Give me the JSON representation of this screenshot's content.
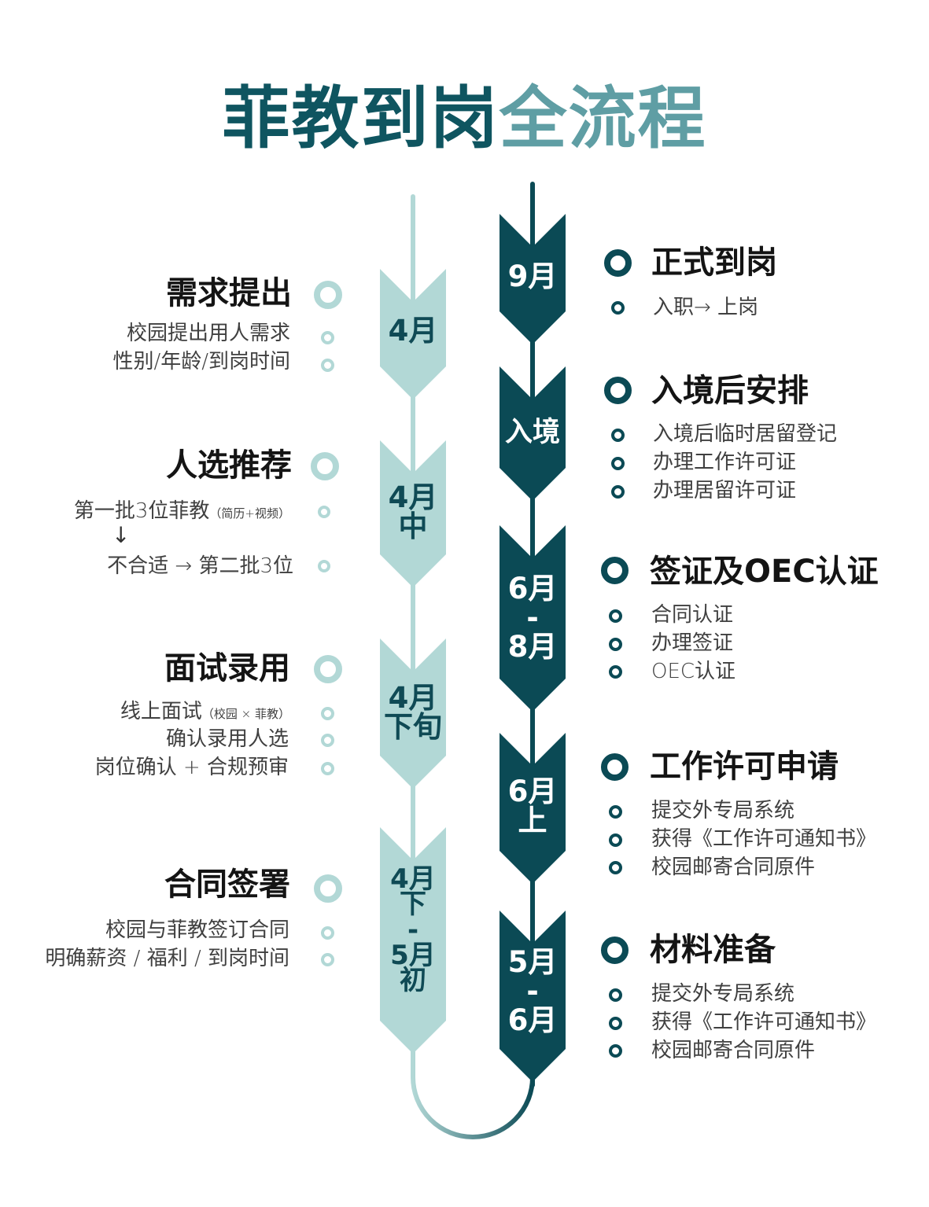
{
  "title": {
    "part1": "菲教到岗",
    "part2": "全流程"
  },
  "colors": {
    "dark": "#0b4a55",
    "light": "#b2d8d6",
    "title_dark": "#0f5560",
    "title_light": "#5f9ea4"
  },
  "left_steps": [
    {
      "badge": [
        "4月"
      ],
      "heading": "需求提出",
      "items": [
        {
          "text": "校园提出用人需求"
        },
        {
          "text": "性别/年龄/到岗时间"
        }
      ]
    },
    {
      "badge": [
        "4月",
        "中"
      ],
      "heading": "人选推荐",
      "items": [
        {
          "text": "第一批3位菲教",
          "note": "（简历+视频）"
        },
        {
          "text": "不合适 → 第二批3位"
        }
      ],
      "arrow": "↓"
    },
    {
      "badge": [
        "4月",
        "下旬"
      ],
      "heading": "面试录用",
      "items": [
        {
          "text": "线上面试",
          "note": "（校园 × 菲教）"
        },
        {
          "text": "确认录用人选"
        },
        {
          "text": "岗位确认 + 合规预审"
        }
      ]
    },
    {
      "badge": [
        "4月",
        "下",
        "-",
        "5月",
        "初"
      ],
      "heading": "合同签署",
      "items": [
        {
          "text": "校园与菲教签订合同"
        },
        {
          "text": "明确薪资 / 福利 / 到岗时间"
        }
      ]
    }
  ],
  "right_steps": [
    {
      "badge": [
        "9月"
      ],
      "heading": "正式到岗",
      "items": [
        {
          "text": "入职→ 上岗"
        }
      ]
    },
    {
      "badge": [
        "入境"
      ],
      "heading": "入境后安排",
      "items": [
        {
          "text": "入境后临时居留登记"
        },
        {
          "text": "办理工作许可证"
        },
        {
          "text": "办理居留许可证"
        }
      ]
    },
    {
      "badge": [
        "6月",
        "-",
        "8月"
      ],
      "heading": "签证及OEC认证",
      "items": [
        {
          "text": "合同认证"
        },
        {
          "text": "办理签证"
        },
        {
          "text": "OEC认证"
        }
      ]
    },
    {
      "badge": [
        "6月",
        "上"
      ],
      "heading": "工作许可申请",
      "items": [
        {
          "text": "提交外专局系统"
        },
        {
          "text": "获得《工作许可通知书》"
        },
        {
          "text": "校园邮寄合同原件"
        }
      ]
    },
    {
      "badge": [
        "5月",
        "-",
        "6月"
      ],
      "heading": "材料准备",
      "items": [
        {
          "text": "提交外专局系统"
        },
        {
          "text": "获得《工作许可通知书》"
        },
        {
          "text": "校园邮寄合同原件"
        }
      ]
    }
  ]
}
